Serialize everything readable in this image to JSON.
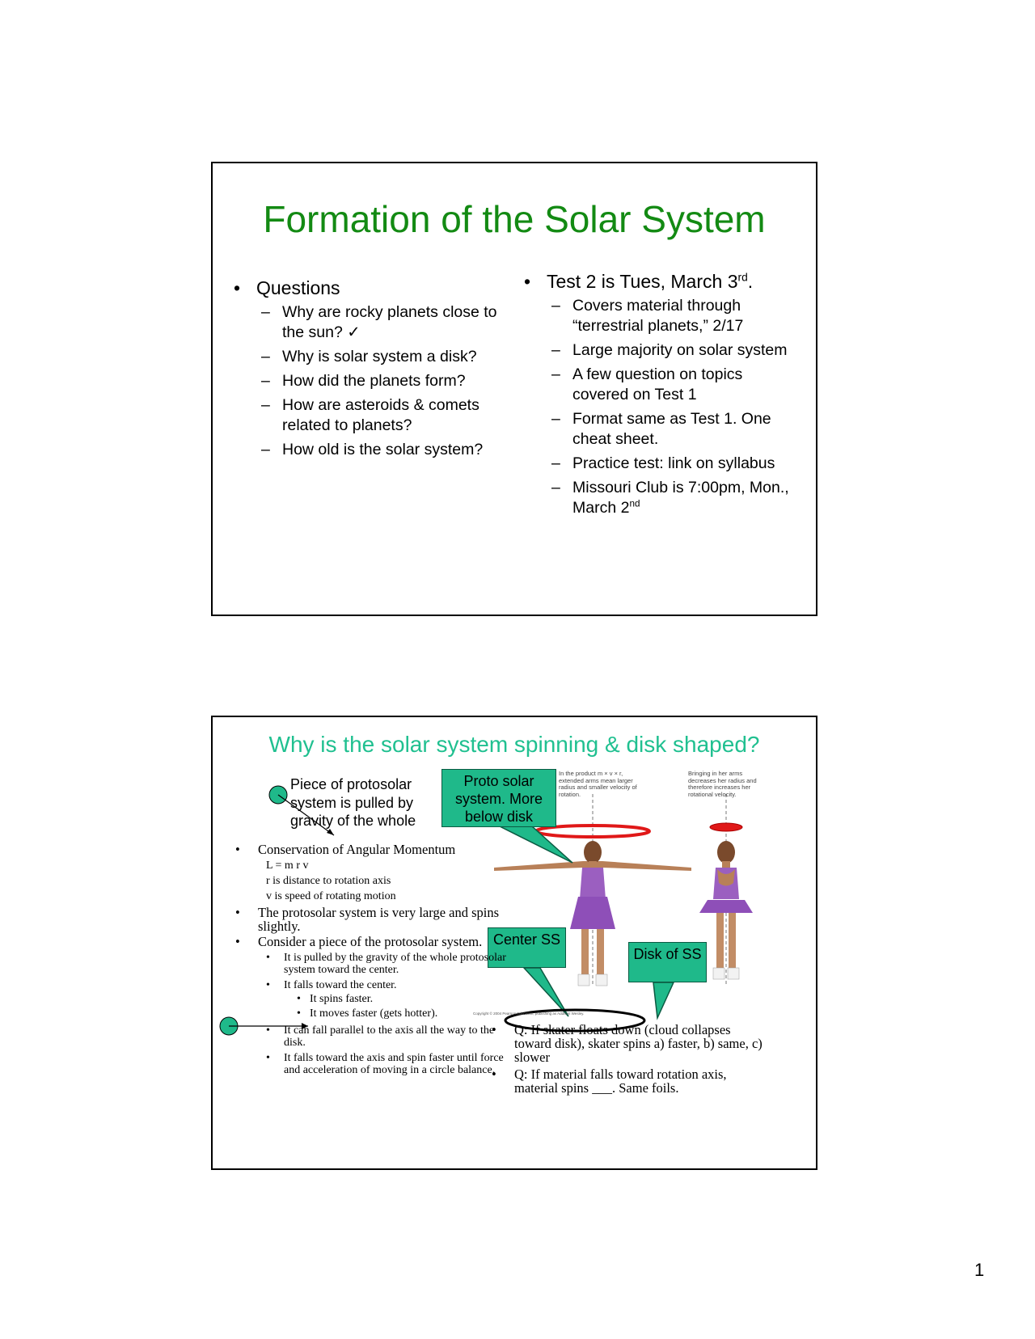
{
  "slide1": {
    "title": "Formation of the Solar System",
    "left_heading": "Questions",
    "left_items": [
      "Why are rocky planets close to the sun? ✓",
      "Why is solar system a disk?",
      "How did the planets form?",
      "How are asteroids & comets related to planets?",
      "How old is the solar system?"
    ],
    "right_heading_text": "Test 2 is Tues, March 3",
    "right_heading_sup": "rd",
    "right_heading_end": ".",
    "right_items": [
      "Covers material through “terrestrial planets,” 2/17",
      "Large majority on solar system",
      "A few question on topics covered on Test 1",
      "Format same as Test 1. One cheat sheet.",
      "Practice test: link on syllabus"
    ],
    "right_last_item_text": "Missouri Club is 7:00pm, Mon., March 2",
    "right_last_item_sup": "nd"
  },
  "slide2": {
    "title": "Why is the solar system spinning & disk shaped?",
    "piece_text": "Piece of protosolar system is pulled by gravity of the whole",
    "callout_proto": "Proto solar system. More below disk",
    "callout_center": "Center SS",
    "callout_disk": "Disk of SS",
    "caption_left": "In the product m × v × r, extended arms mean larger radius and smaller velocity of rotation.",
    "caption_right": "Bringing in her arms decreases her radius and therefore increases her rotational velocity.",
    "copyright": "Copyright © 2004 Pearson Education, publishing as Addison Wesley.",
    "bullet_conservation": "Conservation of Angular Momentum",
    "formula": "L = m r v",
    "formula_r": "r is distance to rotation axis",
    "formula_v": "v is speed of rotating motion",
    "bullet_large": "The protosolar system is very large and spins slightly.",
    "bullet_consider": "Consider a piece of the protosolar system.",
    "sub_pulled": "It is pulled by the gravity of the whole protosolar system toward the center.",
    "sub_falls": "It falls toward the center.",
    "subsub_spins": "It spins faster.",
    "subsub_moves": "It moves faster (gets hotter).",
    "sub_parallel": "It can fall parallel to the axis all the way to the disk.",
    "sub_axis": "It falls toward the axis and spin faster until force and acceleration of moving in a circle balance.",
    "q1": "Q: If skater floats down (cloud collapses toward disk), skater spins a) faster, b) same, c) slower",
    "q2": "Q: If material falls toward rotation axis, material spins ___. Same foils."
  },
  "page_number": "1",
  "colors": {
    "title_green": "#138a13",
    "title_teal": "#20c090",
    "callout_fill": "#1fb98a",
    "ring_red": "#e01818",
    "skater_dress": "#9b5fc0"
  }
}
